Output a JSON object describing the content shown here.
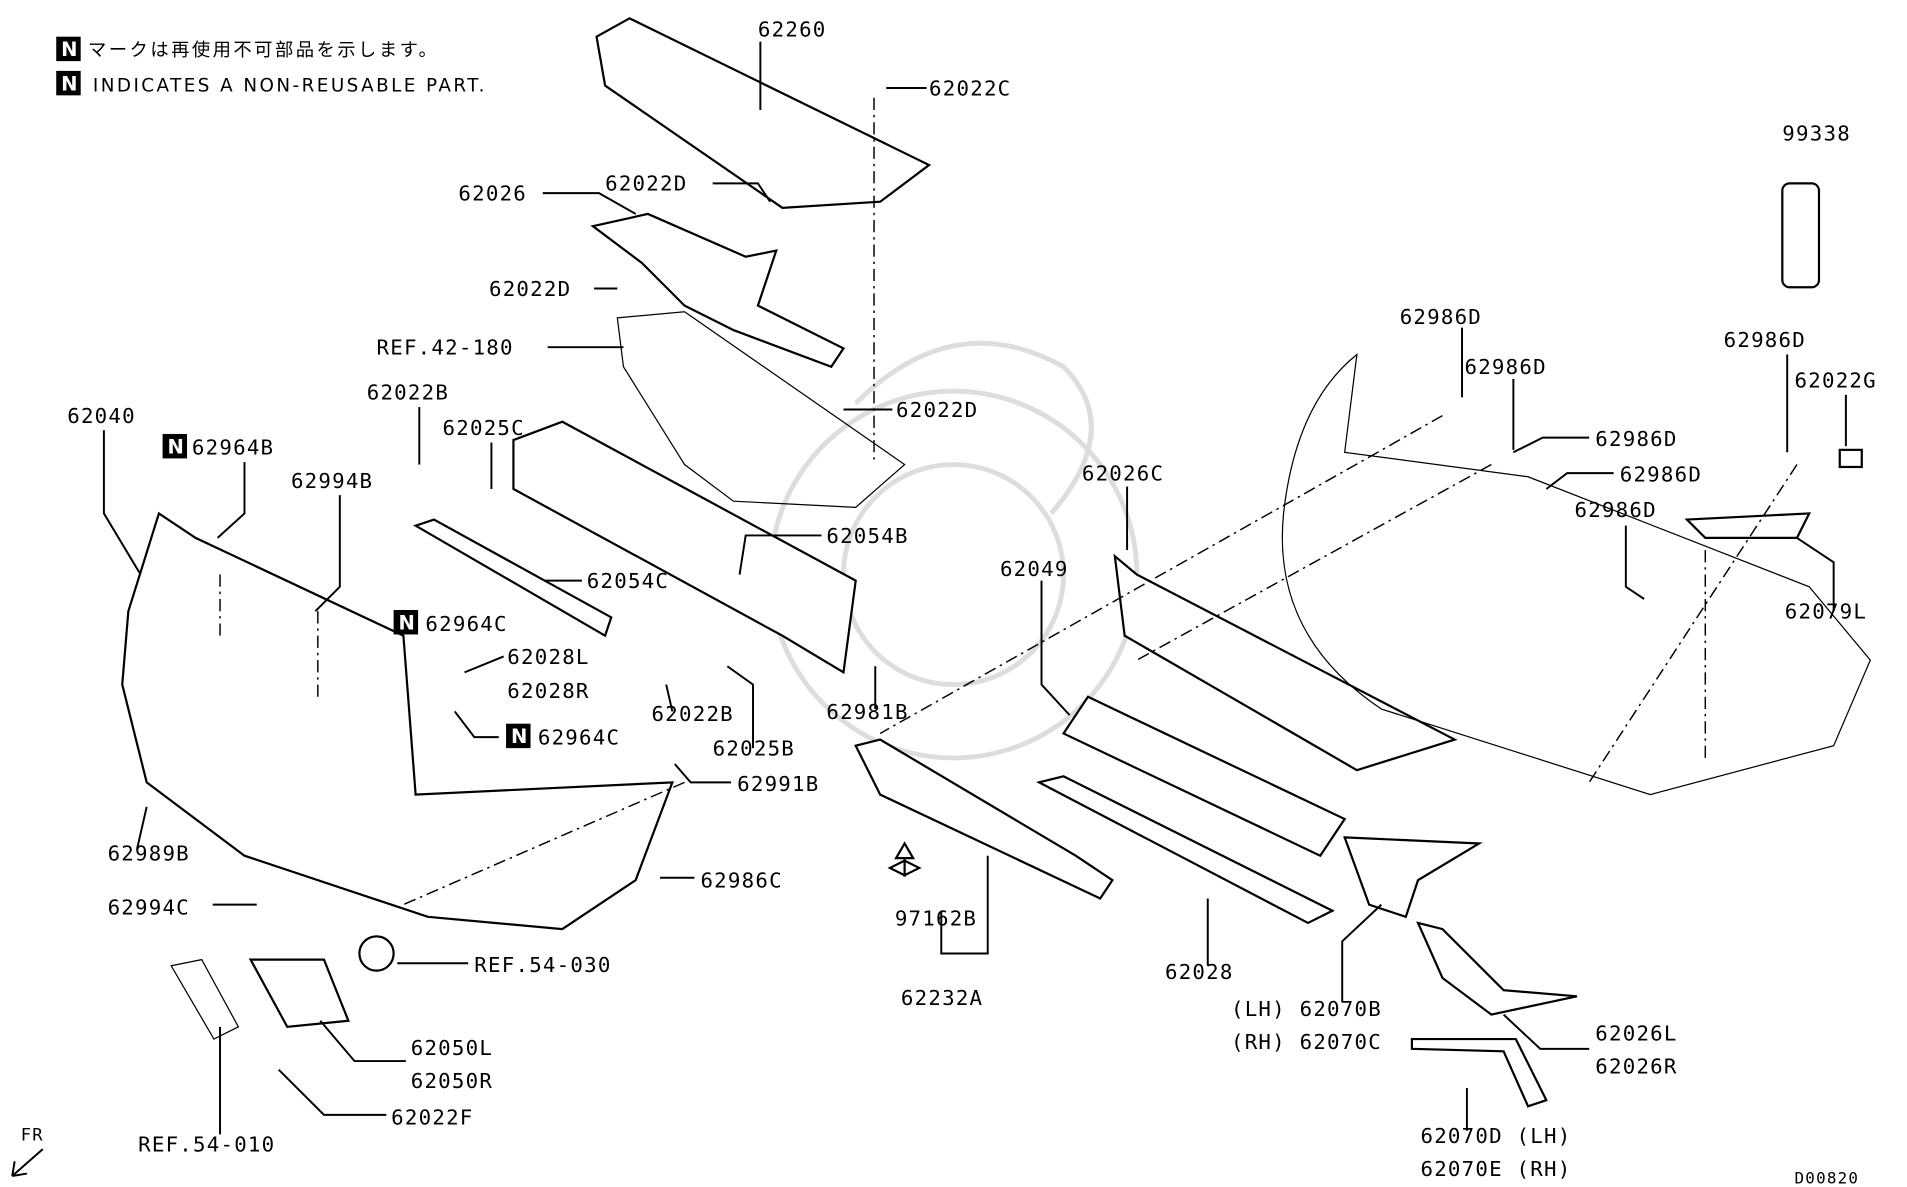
{
  "legend": {
    "badge": "N",
    "japanese": "マークは再使用不可部品を示します。",
    "english": "INDICATES A NON-REUSABLE PART."
  },
  "diagram_code": "D00820",
  "direction": "FR",
  "labels": {
    "p62260": "62260",
    "p62022C": "62022C",
    "p99338": "99338",
    "p62026": "62026",
    "p62022D_a": "62022D",
    "p62022D_b": "62022D",
    "ref42_180": "REF.42-180",
    "p62022D_c": "62022D",
    "p62022B_a": "62022B",
    "p62040": "62040",
    "p62964B": "62964B",
    "p62025C": "62025C",
    "p62994B": "62994B",
    "p62054B": "62054B",
    "p62054C": "62054C",
    "p62964C_a": "62964C",
    "p62028L": "62028L",
    "p62028R": "62028R",
    "p62964C_b": "62964C",
    "p62022B_b": "62022B",
    "p62025B": "62025B",
    "p62981B": "62981B",
    "p62991B": "62991B",
    "p62989B": "62989B",
    "p62986C": "62986C",
    "p62994C": "62994C",
    "ref54_030": "REF.54-030",
    "p62050L": "62050L",
    "p62050R": "62050R",
    "p62022F": "62022F",
    "ref54_010": "REF.54-010",
    "p97162B": "97162B",
    "p62232A": "62232A",
    "p62028": "62028",
    "p62070B": "(LH) 62070B",
    "p62070C": "(RH) 62070C",
    "p62026L": "62026L",
    "p62026R": "62026R",
    "p62070D": "62070D (LH)",
    "p62070E": "62070E (RH)",
    "p62049": "62049",
    "p62026C": "62026C",
    "p62986D_a": "62986D",
    "p62986D_b": "62986D",
    "p62986D_c": "62986D",
    "p62986D_d": "62986D",
    "p62986D_e": "62986D",
    "p62986D_f": "62986D",
    "p62022G": "62022G",
    "p62079L": "62079L"
  }
}
